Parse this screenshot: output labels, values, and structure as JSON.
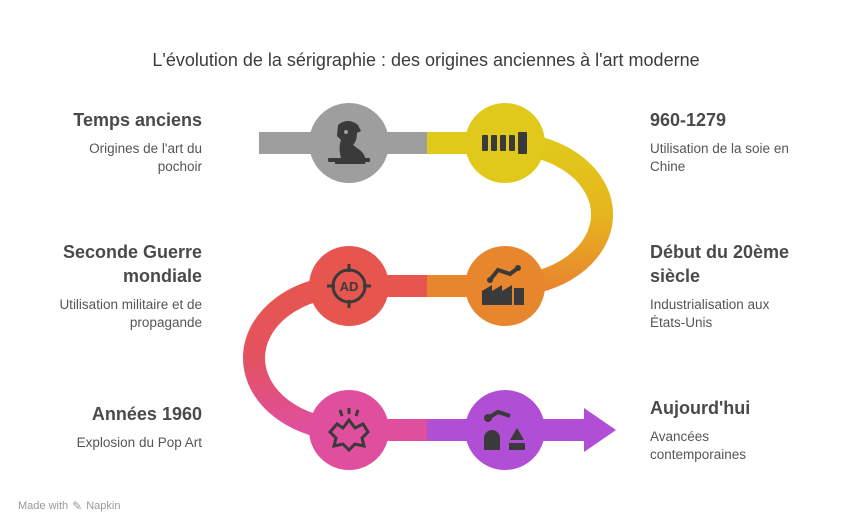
{
  "title": "L'évolution de la sérigraphie : des origines anciennes à l'art moderne",
  "stages": [
    {
      "heading": "Temps anciens",
      "description": "Origines de l'art du pochoir",
      "color": "#9e9e9e",
      "icon": "ancient-sphinx-icon"
    },
    {
      "heading": "960-1279",
      "description": "Utilisation de la soie en Chine",
      "color": "#e0c91a",
      "icon": "silk-roll-icon"
    },
    {
      "heading": "Début du 20ème siècle",
      "description": "Industrialisation aux États-Unis",
      "color": "#e8862e",
      "icon": "factory-robot-arm-icon"
    },
    {
      "heading": "Seconde Guerre mondiale",
      "description": "Utilisation militaire et de propagande",
      "color": "#e6564f",
      "icon": "ad-target-icon"
    },
    {
      "heading": "Années 1960",
      "description": "Explosion du Pop Art",
      "color": "#e04f9e",
      "icon": "pop-explosion-icon"
    },
    {
      "heading": "Aujourd'hui",
      "description": "Avancées contemporaines",
      "color": "#b04fd6",
      "icon": "robot-arm-shapes-icon"
    }
  ],
  "footer": {
    "made_with": "Made with",
    "brand": "Napkin"
  }
}
